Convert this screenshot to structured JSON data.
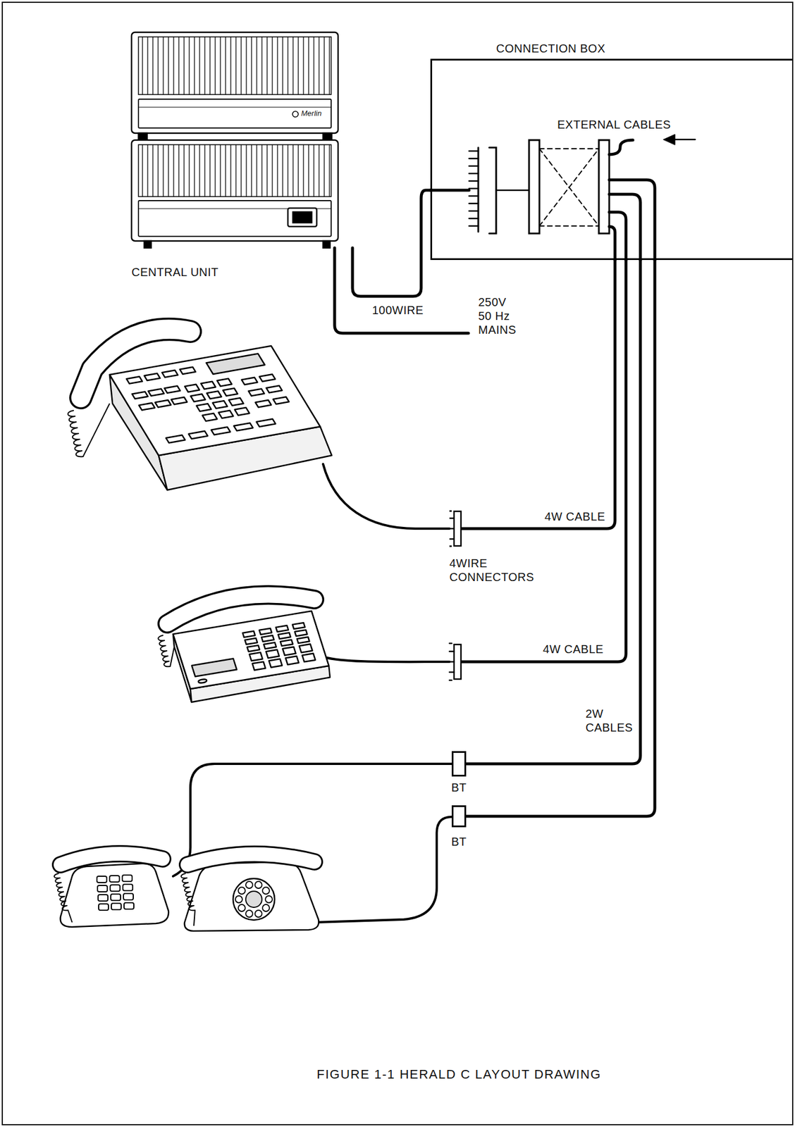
{
  "diagram": {
    "caption": "FIGURE 1-1   HERALD C LAYOUT DRAWING",
    "nodes": [
      {
        "text": [
          "CENTRAL UNIT"
        ]
      },
      {
        "text": [
          "CONNECTION BOX"
        ]
      },
      {
        "text": [
          "4WIRE CONNECTORS"
        ]
      },
      {
        "text": [
          "BT"
        ]
      },
      {
        "text": [
          "BT"
        ]
      }
    ],
    "edges": [
      {
        "from": 0,
        "to": 1,
        "label": "100WIRE",
        "arrow": "none"
      },
      {
        "from": 1,
        "to": 2,
        "label": "4W CABLE",
        "arrow": "none"
      },
      {
        "from": 1,
        "to": 3,
        "arrow": "none"
      },
      {
        "from": 1,
        "to": 4,
        "arrow": "none"
      }
    ],
    "labels": [
      "Merlin",
      "EXTERNAL CABLES",
      "250V 50 Hz MAINS",
      "4W CABLE",
      "2W CABLES"
    ]
  }
}
